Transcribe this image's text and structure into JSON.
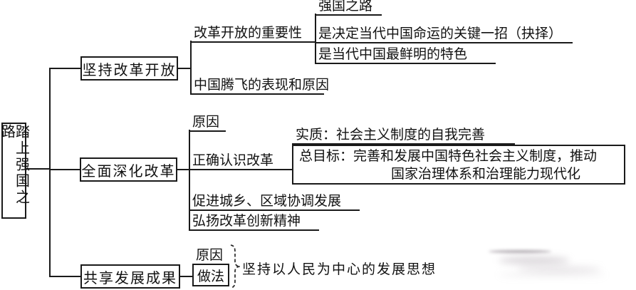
{
  "colors": {
    "line": "#1a1a1a",
    "background": "#ffffff",
    "text": "#111111"
  },
  "map": {
    "root": "踏上强国之路",
    "b1": {
      "label": "坚持改革开放",
      "c1": {
        "label": "改革开放的重要性",
        "g1": "强国之路",
        "g2": "是决定当代中国命运的关键一招（抉择）",
        "g3": "是当代中国最鲜明的特色"
      },
      "c2": "中国腾飞的表现和原因"
    },
    "b2": {
      "label": "全面深化改革",
      "c1": "原因",
      "c2": {
        "label": "正确认识改革",
        "g1": "实质：社会主义制度的自我完善",
        "g2_line1": "总目标：完善和发展中国特色社会主义制度，推动",
        "g2_line2": "国家治理体系和治理能力现代化"
      },
      "c3": "促进城乡、区域协调发展",
      "c4": "弘扬改革创新精神"
    },
    "b3": {
      "label": "共享发展成果",
      "c1": "原因",
      "c2": "做法",
      "outcome": "坚持以人民为中心的发展思想"
    }
  }
}
